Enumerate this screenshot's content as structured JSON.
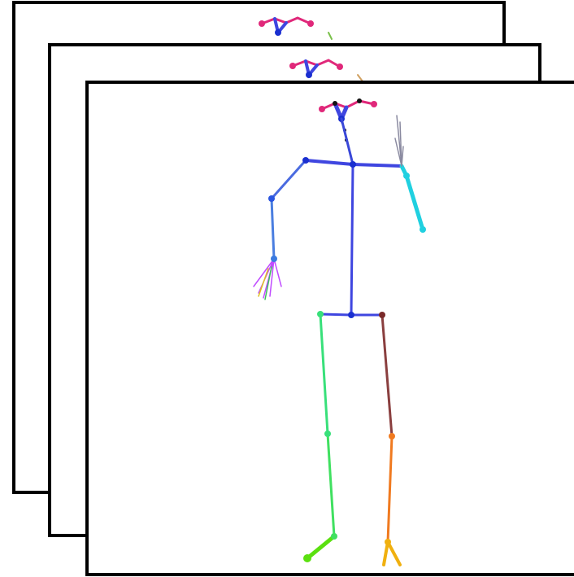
{
  "figure": {
    "frames": [
      {
        "id": "frame-back",
        "order": 1
      },
      {
        "id": "frame-middle",
        "order": 2
      },
      {
        "id": "frame-front",
        "order": 3
      }
    ],
    "colors": {
      "frame_border": "#000000",
      "frame_fill": "#ffffff",
      "face": "#e0287a",
      "face_dots": "#111111",
      "torso": "#3f46e0",
      "spine": "#3a48d8",
      "right_arm": "#4a6be0",
      "right_hand": "#c04cff",
      "left_arm": "#20d0e0",
      "left_hand": "#8a8aa0",
      "right_leg": "#38e07a",
      "right_foot": "#5be010",
      "left_leg_upper": "#8a3f3f",
      "left_leg_lower": "#f07a20",
      "left_foot": "#f0b010",
      "joint_dark": "#1a2fd0"
    }
  }
}
